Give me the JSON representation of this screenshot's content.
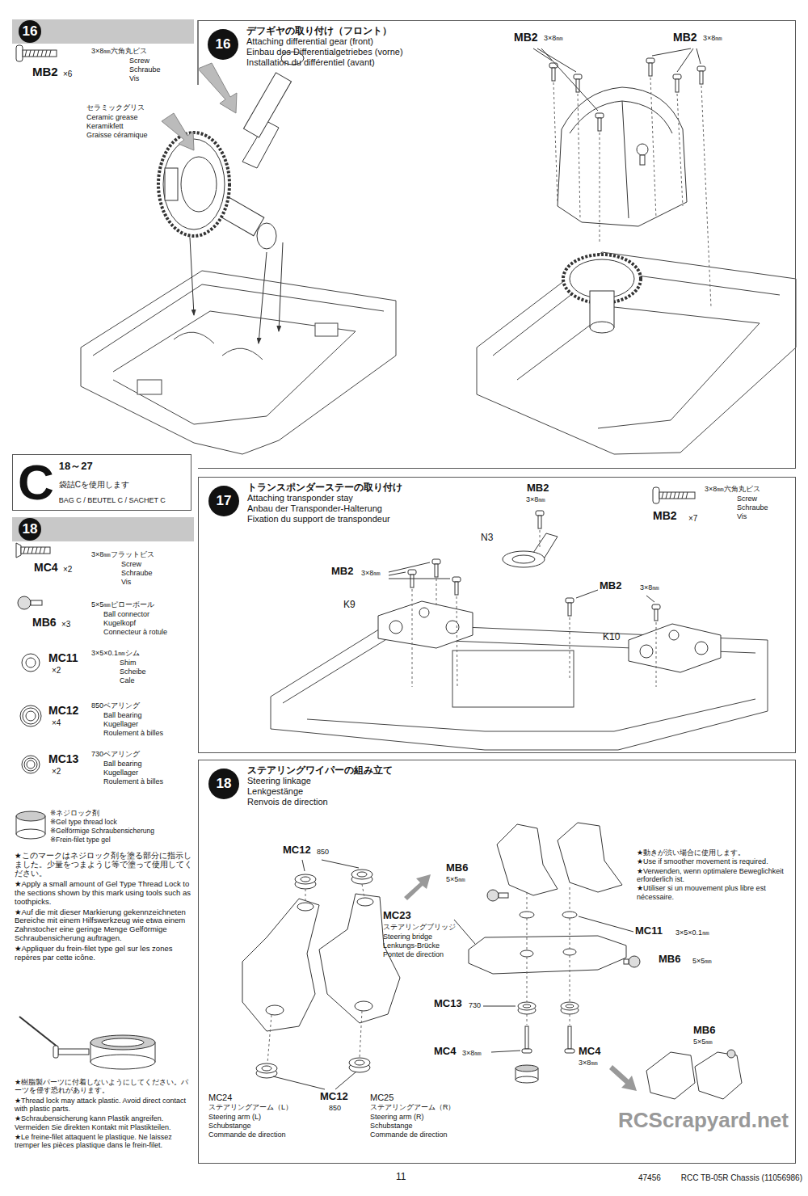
{
  "diagram": {
    "nodes": [
      {
        "text": [
          "16"
        ]
      },
      {
        "text": [
          "デフギヤの取り付け（フロント）",
          "Attaching differential gear (front)",
          "Einbau des Differentialgetriebes (vorne)",
          "Installation du différentiel (avant)"
        ]
      },
      {
        "text": [
          "16"
        ],
        "in": 1
      },
      {
        "text": [
          "C",
          "18～27",
          "袋詰Cを使用します",
          "BAG C / BEUTEL C / SACHET C"
        ]
      },
      {
        "text": [
          "18"
        ]
      },
      {
        "text": [
          "トランスポンダーステーの取り付け",
          "Attaching transponder stay",
          "Anbau der Transponder-Halterung",
          "Fixation du support de transpondeur"
        ]
      },
      {
        "text": [
          "17"
        ],
        "in": 5
      },
      {
        "text": [
          "ステアリングワイパーの組み立て",
          "Steering linkage",
          "Lenkgestänge",
          "Renvois de direction"
        ]
      },
      {
        "text": [
          "18"
        ],
        "in": 7
      }
    ],
    "labels": [
      "3×8㎜六角丸ビス",
      "Screw",
      "Schraube",
      "Vis",
      "MB2",
      "×6",
      "セラミックグリス",
      "Ceramic grease",
      "Keramikfett",
      "Graisse céramique",
      "MB2",
      "3×8㎜",
      "MB2",
      "3×8㎜",
      "MC4",
      "×2",
      "3×8㎜フラットビス",
      "Screw",
      "Schraube",
      "Vis",
      "MB6",
      "×3",
      "5×5㎜ピローボール",
      "Ball connector",
      "Kugelkopf",
      "Connecteur à rotule",
      "MC11",
      "×2",
      "3×5×0.1㎜シム",
      "Shim",
      "Scheibe",
      "Cale",
      "MC12",
      "×4",
      "850ベアリング",
      "Ball bearing",
      "Kugellager",
      "Roulement à billes",
      "MC13",
      "×2",
      "730ベアリング",
      "Ball bearing",
      "Kugellager",
      "Roulement à billes",
      "※ネジロック剤",
      "※Gel type thread lock",
      "※Gelförmige Schraubensicherung",
      "※Frein-filet type gel",
      "★このマークはネジロック剤を塗る部分に指示しました。少量をつまようじ等で塗って使用してください。",
      "★Apply a small amount of Gel Type Thread Lock to the sections shown by this mark using tools such as toothpicks.",
      "★Auf die mit dieser Markierung gekennzeichneten Bereiche mit einem Hilfswerkzeug wie etwa einem Zahnstocher eine geringe Menge Gelförmige Schraubensicherung auftragen.",
      "★Appliquer du frein-filet type gel sur les zones repères par cette icône.",
      "★樹脂製パーツに付着しないようにしてください。パーツを侵す恐れがあります。",
      "★Thread lock may attack plastic. Avoid direct contact with plastic parts.",
      "★Schraubensicherung kann Plastik angreifen. Vermeiden Sie direkten Kontakt mit Plastikteilen.",
      "★Le freine-filet attaquent le plastique. Ne laissez tremper les pièces plastique dans le frein-filet.",
      "MB2",
      "3×8㎜",
      "N3",
      "3×8㎜六角丸ビス",
      "Screw",
      "Schraube",
      "Vis",
      "MB2",
      "×7",
      "MB2",
      "3×8㎜",
      "K9",
      "MB2",
      "3×8㎜",
      "K10",
      "MC12",
      "850",
      "MC24",
      "ステアリングアーム（L）",
      "Steering arm (L)",
      "Schubstange",
      "Commande de direction",
      "MC12",
      "850",
      "MC25",
      "ステアリングアーム（R）",
      "Steering arm (R)",
      "Schubstange",
      "Commande de direction",
      "MB6",
      "5×5㎜",
      "MC23",
      "ステアリングブリッジ",
      "Steering bridge",
      "Lenkungs-Brücke",
      "Pontet de direction",
      "★動きが渋い場合に使用します。",
      "★Use if smoother movement is required.",
      "★Verwenden, wenn optimalere Beweglichkeit erforderlich ist.",
      "★Utiliser si un mouvement plus libre est nécessaire.",
      "MC11",
      "3×5×0.1㎜",
      "MB6",
      "5×5㎜",
      "MC13",
      "730",
      "MC4",
      "3×8㎜",
      "MC4",
      "3×8㎜",
      "MB6",
      "5×5㎜",
      "11",
      "47456",
      "RCC TB-05R Chassis (11056986)",
      "RCScrapyard.net"
    ]
  }
}
